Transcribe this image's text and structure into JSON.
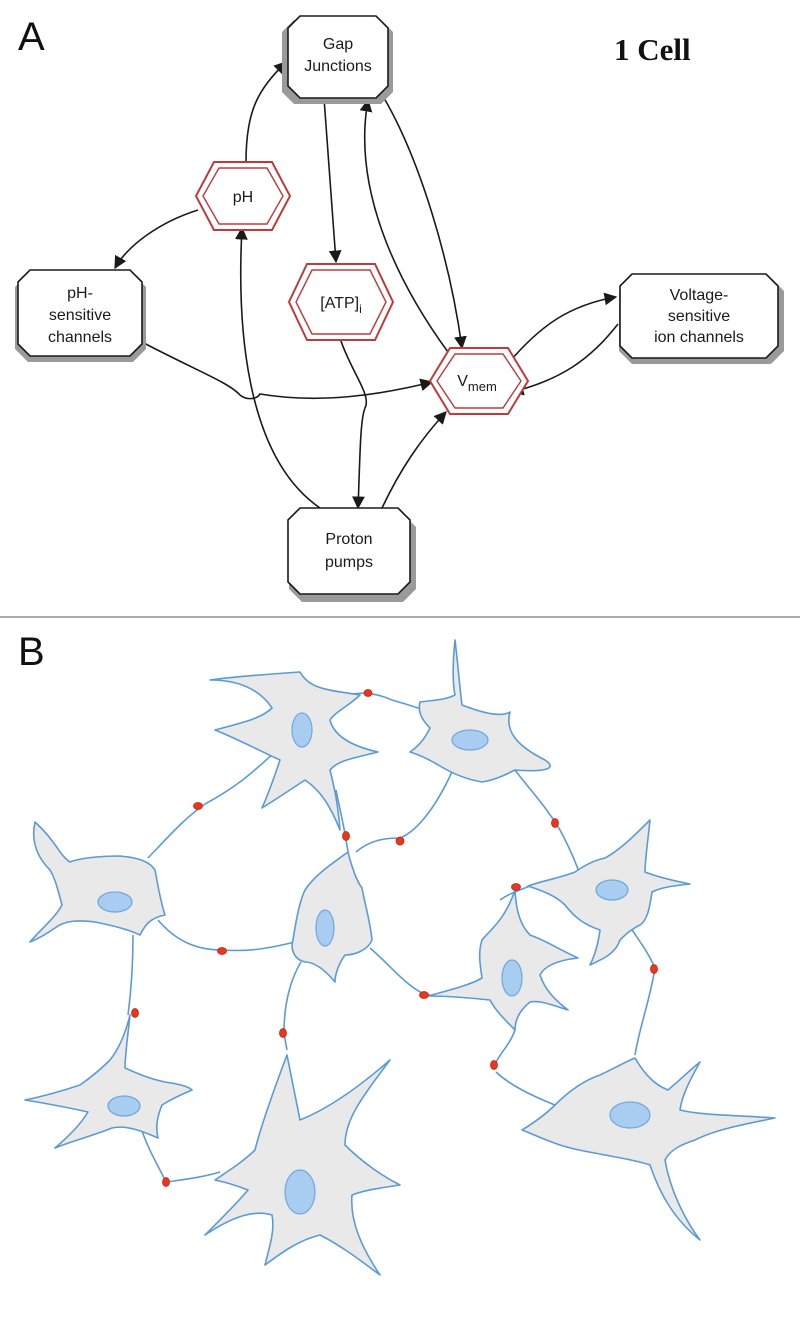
{
  "panel_a": {
    "letter": "A",
    "title": "1 Cell",
    "nodes": {
      "gap_junctions": [
        "Gap",
        "Junctions"
      ],
      "ph": [
        "pH"
      ],
      "ph_channels": [
        "pH-",
        "sensitive",
        "channels"
      ],
      "atp": {
        "text": "[ATP]",
        "sub": "i"
      },
      "vmem": {
        "text": "V",
        "sub": "mem"
      },
      "voltage_channels": [
        "Voltage-",
        "sensitive",
        "ion channels"
      ],
      "proton_pumps": [
        "Proton",
        "pumps"
      ]
    }
  },
  "panel_b": {
    "letter": "B",
    "cell_count": 9,
    "gap_junction_count": 13
  },
  "colors": {
    "node_outline": "#1a1a1a",
    "hex_outline": "#c0393b",
    "cell_fill": "#e9e9e9",
    "cell_outline": "#5b9bd5",
    "nucleus": "#a9cdf0",
    "junction": "#e8371f"
  }
}
